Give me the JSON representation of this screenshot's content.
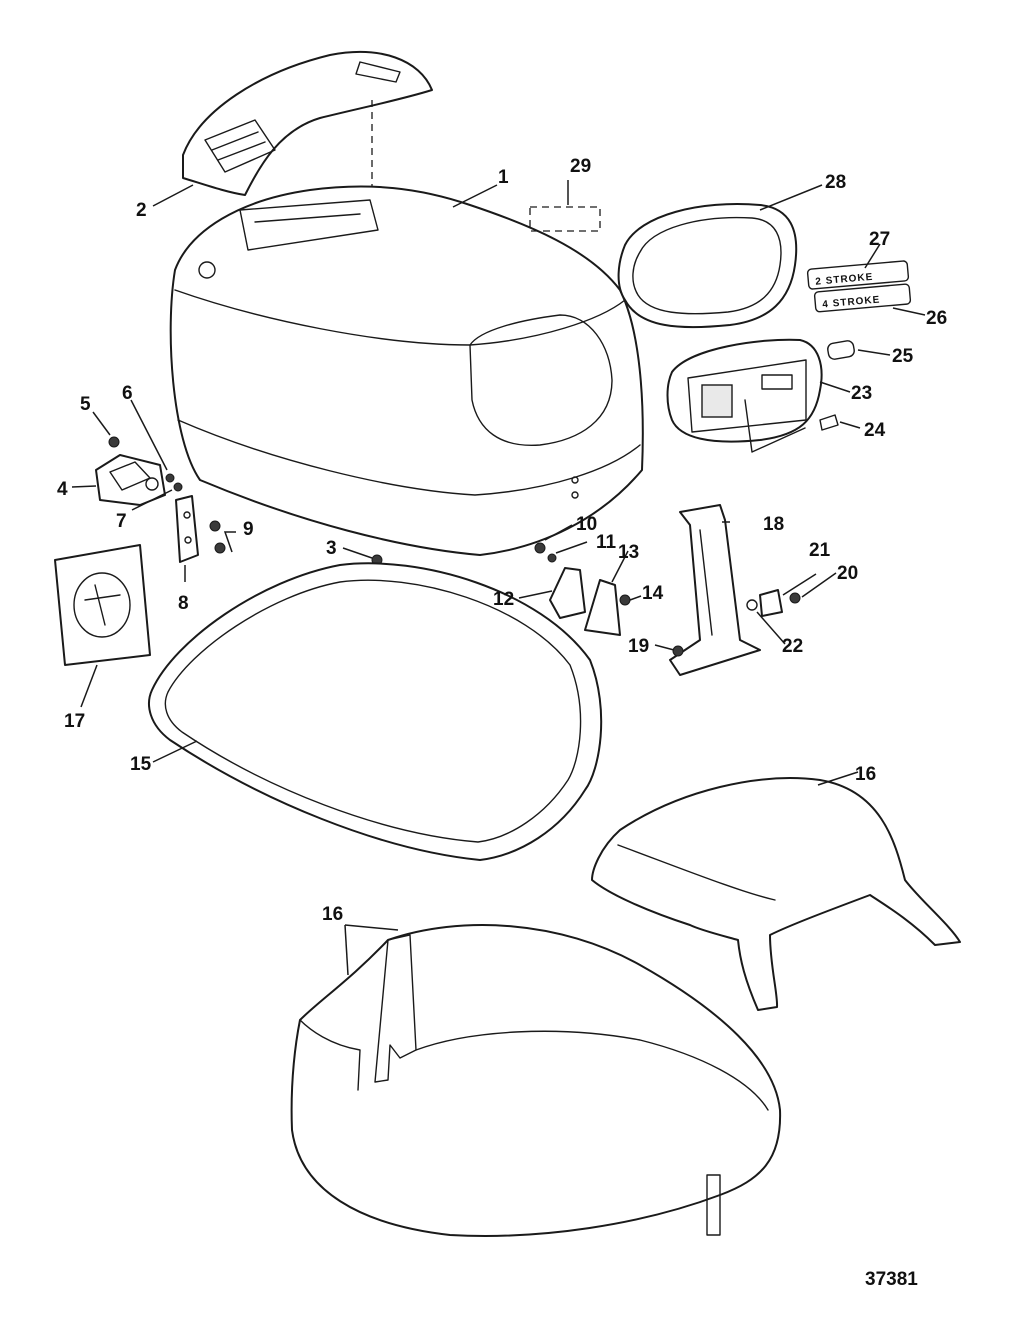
{
  "figure_number": "37381",
  "callouts": [
    "1",
    "2",
    "3",
    "4",
    "5",
    "6",
    "7",
    "8",
    "9",
    "10",
    "11",
    "12",
    "13",
    "14",
    "15",
    "16",
    "16",
    "17",
    "18",
    "19",
    "20",
    "21",
    "22",
    "23",
    "24",
    "25",
    "26",
    "27",
    "28",
    "29"
  ]
}
